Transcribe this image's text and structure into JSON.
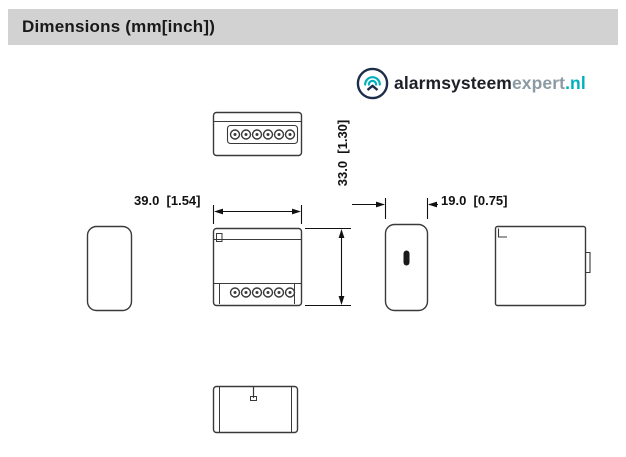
{
  "header": {
    "title": "Dimensions (mm[inch])"
  },
  "logo": {
    "brand_dark": "alarmsysteem",
    "brand_gray": "expert",
    "brand_tld": ".nl"
  },
  "dimensions": {
    "width_label": "39.0  [1.54]",
    "height_label": "33.0  [1.30]",
    "depth_label": "19.0  [0.75]"
  },
  "colors": {
    "accent_teal": "#00b0bc",
    "logo_dark": "#1c2e4a",
    "line_color": "#3a3a3a",
    "dimension_color": "#111111",
    "header_bg": "#d2d2d2"
  }
}
